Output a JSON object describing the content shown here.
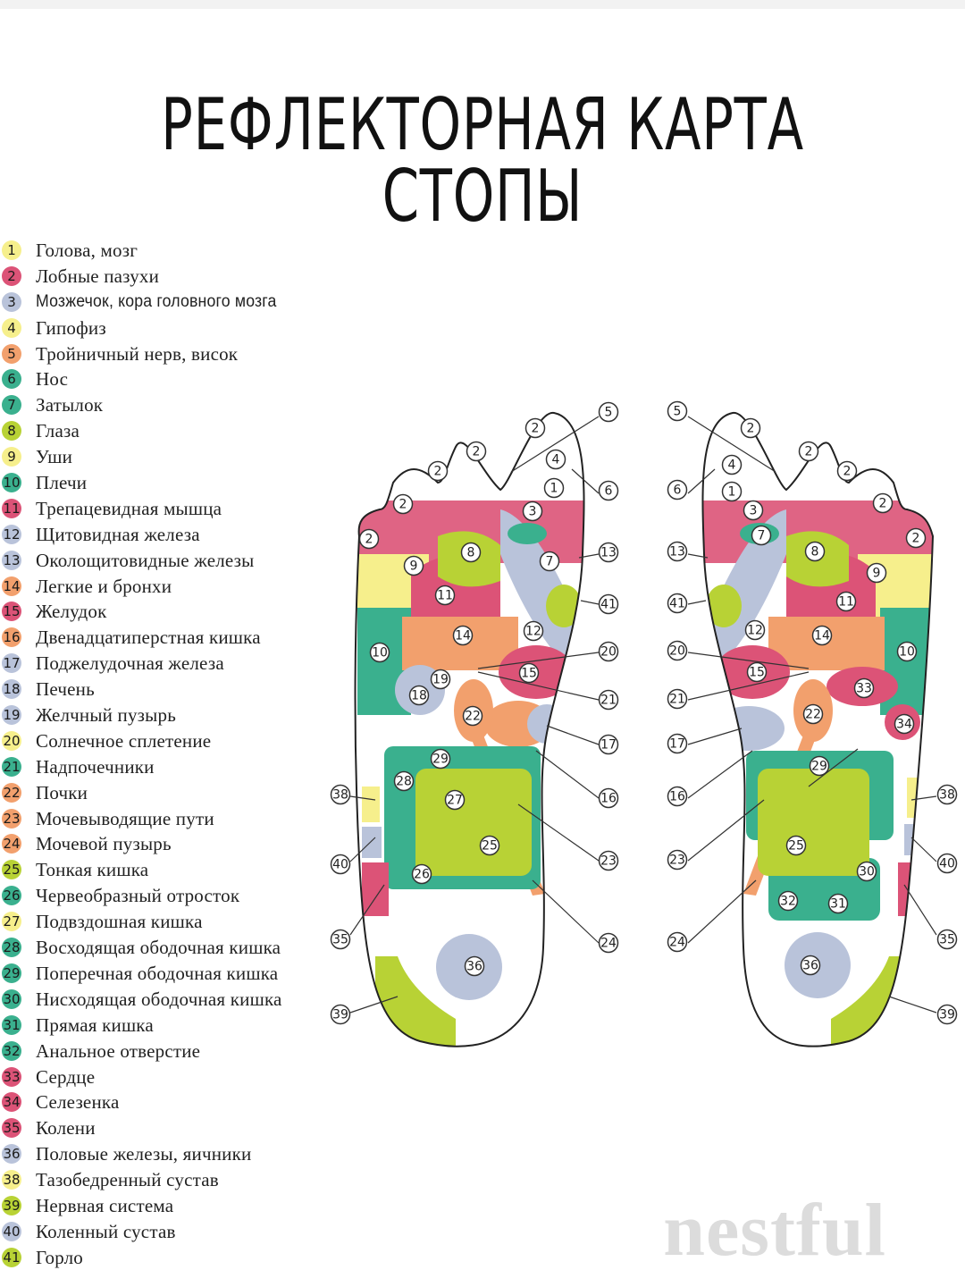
{
  "title": "РЕФЛЕКТОРНАЯ КАРТА СТОПЫ",
  "watermark": "nestful",
  "colors": {
    "yellow": "#f6ef8c",
    "pink": "#dc5377",
    "lavender": "#b9c3da",
    "orange": "#f2a06d",
    "teal": "#3ab08e",
    "lime": "#b8d235",
    "outline": "#222222"
  },
  "legend": [
    {
      "num": "1",
      "label": "Голова, мозг",
      "color": "#f6ef8c"
    },
    {
      "num": "2",
      "label": "Лобные пазухи",
      "color": "#dc5377"
    },
    {
      "num": "3",
      "label": "Мозжечок, кора головного мозга",
      "color": "#b9c3da"
    },
    {
      "num": "4",
      "label": "Гипофиз",
      "color": "#f6ef8c"
    },
    {
      "num": "5",
      "label": "Тройничный нерв, висок",
      "color": "#f2a06d"
    },
    {
      "num": "6",
      "label": "Нос",
      "color": "#3ab08e"
    },
    {
      "num": "7",
      "label": "Затылок",
      "color": "#3ab08e"
    },
    {
      "num": "8",
      "label": "Глаза",
      "color": "#b8d235"
    },
    {
      "num": "9",
      "label": "Уши",
      "color": "#f6ef8c"
    },
    {
      "num": "10",
      "label": "Плечи",
      "color": "#3ab08e"
    },
    {
      "num": "11",
      "label": "Трепацевидная мышца",
      "color": "#dc5377"
    },
    {
      "num": "12",
      "label": "Щитовидная железа",
      "color": "#b9c3da"
    },
    {
      "num": "13",
      "label": "Околощитовидные железы",
      "color": "#b9c3da"
    },
    {
      "num": "14",
      "label": "Легкие и бронхи",
      "color": "#f2a06d"
    },
    {
      "num": "15",
      "label": "Желудок",
      "color": "#dc5377"
    },
    {
      "num": "16",
      "label": "Двенадцатиперстная кишка",
      "color": "#f2a06d"
    },
    {
      "num": "17",
      "label": "Поджелудочная железа",
      "color": "#b9c3da"
    },
    {
      "num": "18",
      "label": "Печень",
      "color": "#b9c3da"
    },
    {
      "num": "19",
      "label": "Желчный пузырь",
      "color": "#b9c3da"
    },
    {
      "num": "20",
      "label": "Солнечное сплетение",
      "color": "#f6ef8c"
    },
    {
      "num": "21",
      "label": "Надпочечники",
      "color": "#3ab08e"
    },
    {
      "num": "22",
      "label": "Почки",
      "color": "#f2a06d"
    },
    {
      "num": "23",
      "label": "Мочевыводящие пути",
      "color": "#f2a06d"
    },
    {
      "num": "24",
      "label": "Мочевой пузырь",
      "color": "#f2a06d"
    },
    {
      "num": "25",
      "label": "Тонкая кишка",
      "color": "#b8d235"
    },
    {
      "num": "26",
      "label": "Червеобразный отросток",
      "color": "#3ab08e"
    },
    {
      "num": "27",
      "label": "Подвздошная кишка",
      "color": "#f6ef8c"
    },
    {
      "num": "28",
      "label": "Восходящая ободочная кишка",
      "color": "#3ab08e"
    },
    {
      "num": "29",
      "label": "Поперечная ободочная кишка",
      "color": "#3ab08e"
    },
    {
      "num": "30",
      "label": "Нисходящая ободочная кишка",
      "color": "#3ab08e"
    },
    {
      "num": "31",
      "label": "Прямая кишка",
      "color": "#3ab08e"
    },
    {
      "num": "32",
      "label": "Анальное отверстие",
      "color": "#3ab08e"
    },
    {
      "num": "33",
      "label": "Сердце",
      "color": "#dc5377"
    },
    {
      "num": "34",
      "label": "Селезенка",
      "color": "#dc5377"
    },
    {
      "num": "35",
      "label": "Колени",
      "color": "#dc5377"
    },
    {
      "num": "36",
      "label": "Половые железы, яичники",
      "color": "#b9c3da"
    },
    {
      "num": "38",
      "label": "Тазобедренный сустав",
      "color": "#f6ef8c"
    },
    {
      "num": "39",
      "label": "Нервная система",
      "color": "#b8d235"
    },
    {
      "num": "40",
      "label": "Коленный сустав",
      "color": "#b9c3da"
    },
    {
      "num": "41",
      "label": "Горло",
      "color": "#b8d235"
    }
  ],
  "markers_left": [
    "2",
    "2",
    "2",
    "2",
    "2",
    "5",
    "4",
    "1",
    "6",
    "3",
    "7",
    "13",
    "8",
    "9",
    "41",
    "11",
    "10",
    "12",
    "14",
    "20",
    "15",
    "19",
    "18",
    "21",
    "22",
    "17",
    "16",
    "29",
    "28",
    "27",
    "38",
    "25",
    "23",
    "40",
    "26",
    "35",
    "24",
    "36",
    "39"
  ],
  "markers_right": [
    "5",
    "2",
    "4",
    "2",
    "2",
    "2",
    "2",
    "6",
    "1",
    "3",
    "7",
    "13",
    "8",
    "9",
    "41",
    "11",
    "12",
    "14",
    "10",
    "20",
    "15",
    "33",
    "21",
    "22",
    "34",
    "17",
    "29",
    "16",
    "25",
    "23",
    "38",
    "40",
    "30",
    "32",
    "31",
    "35",
    "24",
    "36",
    "39"
  ]
}
